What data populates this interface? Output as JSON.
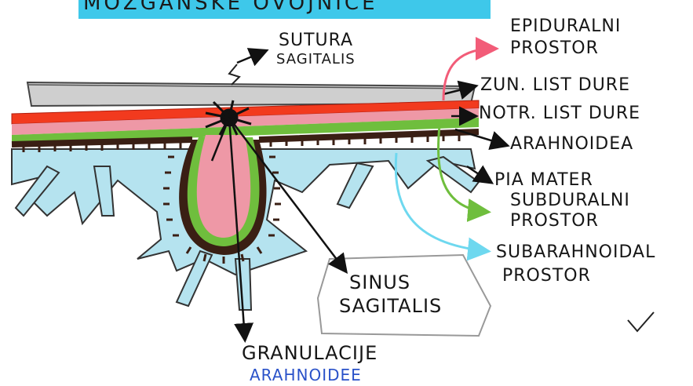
{
  "title": "MOZGANSKE OVOJNICE",
  "labels": {
    "sutura": [
      "SUTURA",
      "SAGITALIS"
    ],
    "epiduralni": [
      "EPIDURALNI",
      "PROSTOR"
    ],
    "zun_list": "ZUN. LIST DURE",
    "notr_list": "NOTR. LIST DURE",
    "arahnoidea": "ARAHNOIDEA",
    "pia_mater": "PIA MATER",
    "subduralni": [
      "SUBDURALNI",
      "PROSTOR"
    ],
    "subarahnoidalni": [
      "SUBARAHNOIDAL",
      "PROSTOR"
    ],
    "sinus": [
      "SINUS",
      "SAGITALIS"
    ],
    "granulacije": "GRANULACIJE",
    "granulacije_sub": "ARAHNOIDEE"
  },
  "colors": {
    "title_bg": "#3ec8ea",
    "bone": "#cfcfcf",
    "dura_outer": "#f23a1e",
    "dura_inner": "#ee98a6",
    "arachnoid": "#6fbe3d",
    "pia": "#3a1f14",
    "subarachnoid": "#b5e3ef",
    "arrow_epidural": "#f25c78",
    "arrow_subdural": "#6fbe3d",
    "arrow_subarachnoid": "#6ed8ef",
    "ink": "#111111",
    "blue_text": "#2a52c9"
  }
}
